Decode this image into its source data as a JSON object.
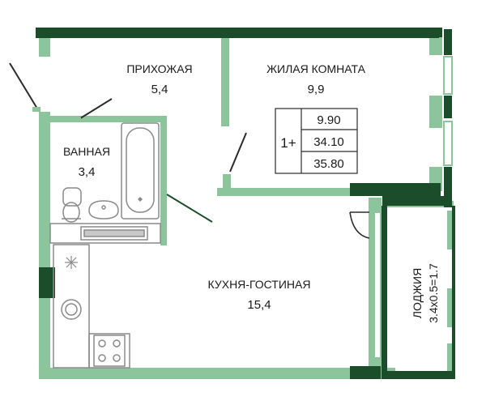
{
  "colors": {
    "wall_dark": "#1b4d2b",
    "wall_light": "#8cc59b",
    "fixture": "#8a8a8a",
    "line": "#2b2b2b"
  },
  "rooms": {
    "hallway": {
      "name": "ПРИХОЖАЯ",
      "area": "5,4"
    },
    "living": {
      "name": "ЖИЛАЯ КОМНАТА",
      "area": "9,9"
    },
    "bathroom": {
      "name": "ВАННАЯ",
      "area": "3,4"
    },
    "kitchen": {
      "name": "КУХНЯ-ГОСТИНАЯ",
      "area": "15,4"
    },
    "loggia": {
      "name": "ЛОДЖИЯ",
      "formula": "3.4x0.5=1.7"
    }
  },
  "summary": {
    "rooms_label": "1+",
    "living_area": "9.90",
    "total_area": "34.10",
    "total_with_loggia": "35.80"
  },
  "icons": [
    "snowflake-icon",
    "washing-machine-icon",
    "stove-icon",
    "sink-icon",
    "toilet-icon",
    "bathtub-icon"
  ]
}
